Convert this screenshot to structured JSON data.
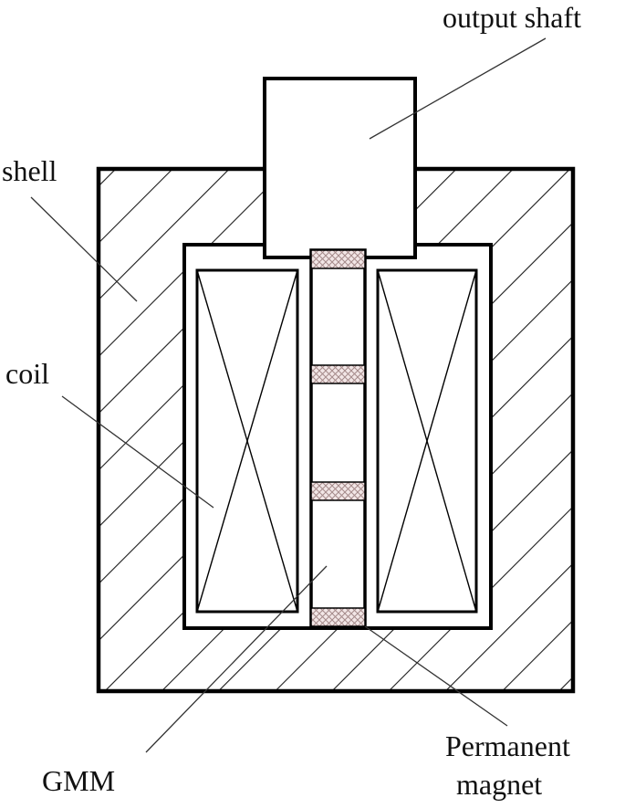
{
  "labels": {
    "output_shaft": "output shaft",
    "shell": "shell",
    "coil": "coil",
    "gmm": "GMM",
    "permanent_magnet_line1": "Permanent",
    "permanent_magnet_line2": "magnet"
  },
  "colors": {
    "stroke": "#000000",
    "hatch": "#1a1a1a",
    "magnet_fill": "#f2e6e6",
    "magnet_hatch": "#a58a8a",
    "leader": "#333333"
  }
}
